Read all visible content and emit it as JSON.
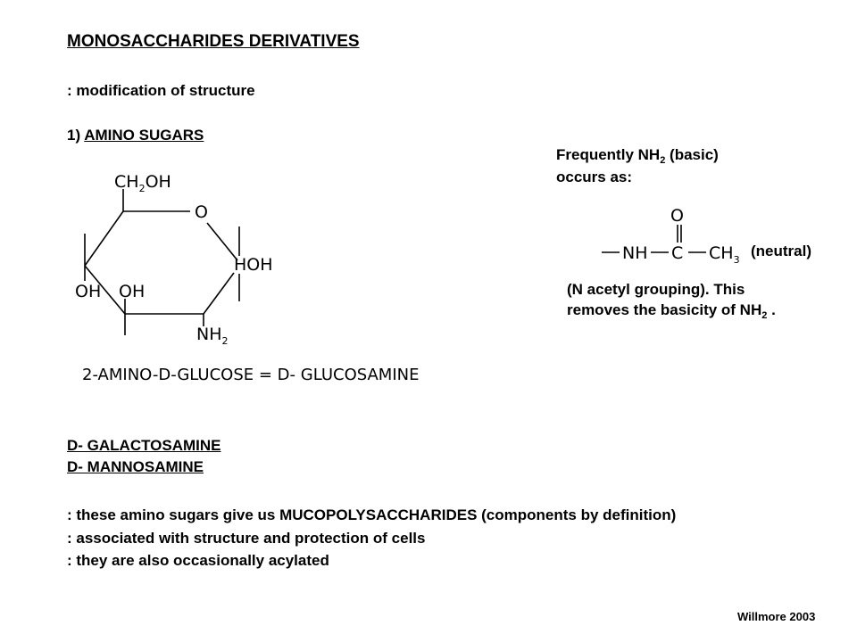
{
  "heading": "MONOSACCHARIDES DERIVATIVES",
  "intro": ": modification of structure",
  "section": {
    "number": "1)",
    "title": "AMINO SUGARS"
  },
  "structure": {
    "ch2": "CH",
    "ch2_sub": "2",
    "ch2_oh": "OH",
    "ring_o": "O",
    "hoh": "HOH",
    "oh_left": "OH",
    "oh_mid": "OH",
    "nh": "NH",
    "nh_sub": "2",
    "caption": "2-AMINO-D-GLUCOSE = D- GLUCOSAMINE"
  },
  "note": {
    "line1_a": "Frequently NH",
    "line1_sub": "2",
    "line1_b": " (basic)",
    "line2": "occurs as:",
    "acetyl_o": "O",
    "acetyl_nh": "NH",
    "acetyl_c": "C",
    "acetyl_ch": "CH",
    "acetyl_ch_sub": "3",
    "neutral": "(neutral)",
    "after1": "(N acetyl grouping).  This",
    "after2_a": "removes the basicity of NH",
    "after2_sub": "2",
    "after2_b": " ."
  },
  "others": [
    "D- GALACTOSAMINE",
    "D- MANNOSAMINE"
  ],
  "bullets": [
    ": these amino sugars give us  MUCOPOLYSACCHARIDES  (components by definition)",
    ": associated with structure and protection of cells",
    ": they are also occasionally acylated"
  ],
  "footer": "Willmore 2003"
}
